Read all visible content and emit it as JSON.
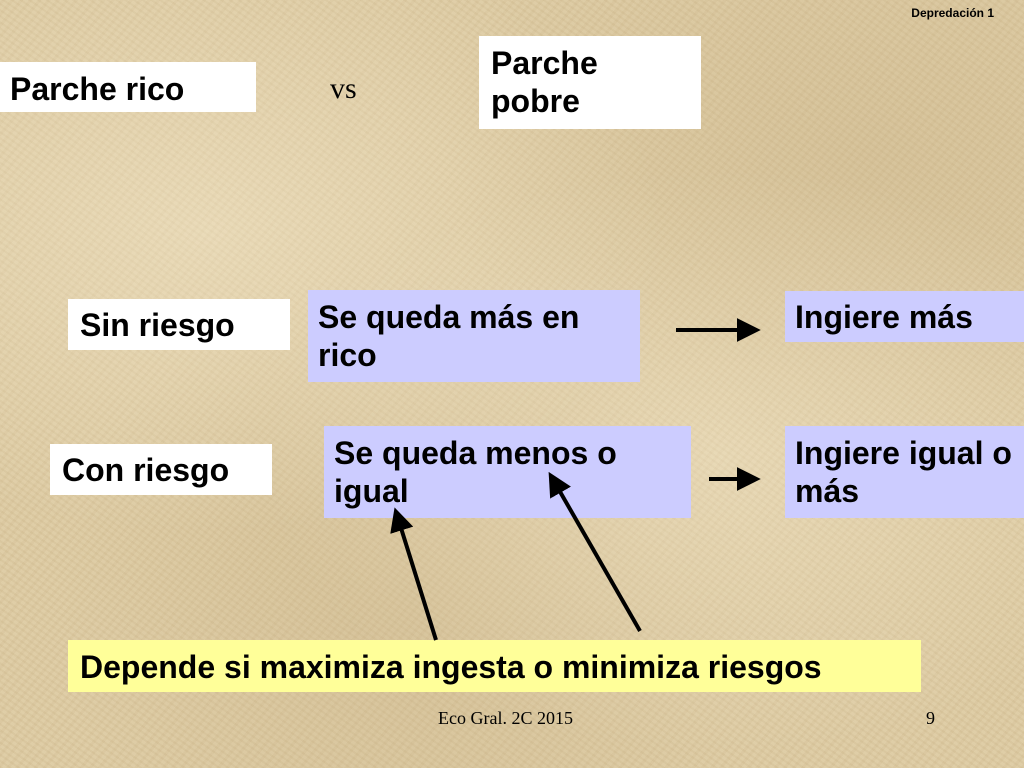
{
  "header": {
    "label": "Depredación 1"
  },
  "comparison": {
    "left": "Parche rico",
    "connector": "vs",
    "right": "Parche pobre"
  },
  "rows": [
    {
      "condition": "Sin riesgo",
      "behavior": "Se queda más en rico",
      "result": "Ingiere más"
    },
    {
      "condition": "Con riesgo",
      "behavior": "Se queda menos o igual",
      "result": "Ingiere igual o más"
    }
  ],
  "conclusion": "Depende si maximiza ingesta o minimiza riesgos",
  "footer": {
    "course": "Eco Gral. 2C 2015",
    "page": "9"
  },
  "colors": {
    "white_box": "#ffffff",
    "lavender_box": "#ccccff",
    "yellow_box": "#ffff99",
    "background": "#dcc9a0",
    "arrow": "#000000"
  }
}
